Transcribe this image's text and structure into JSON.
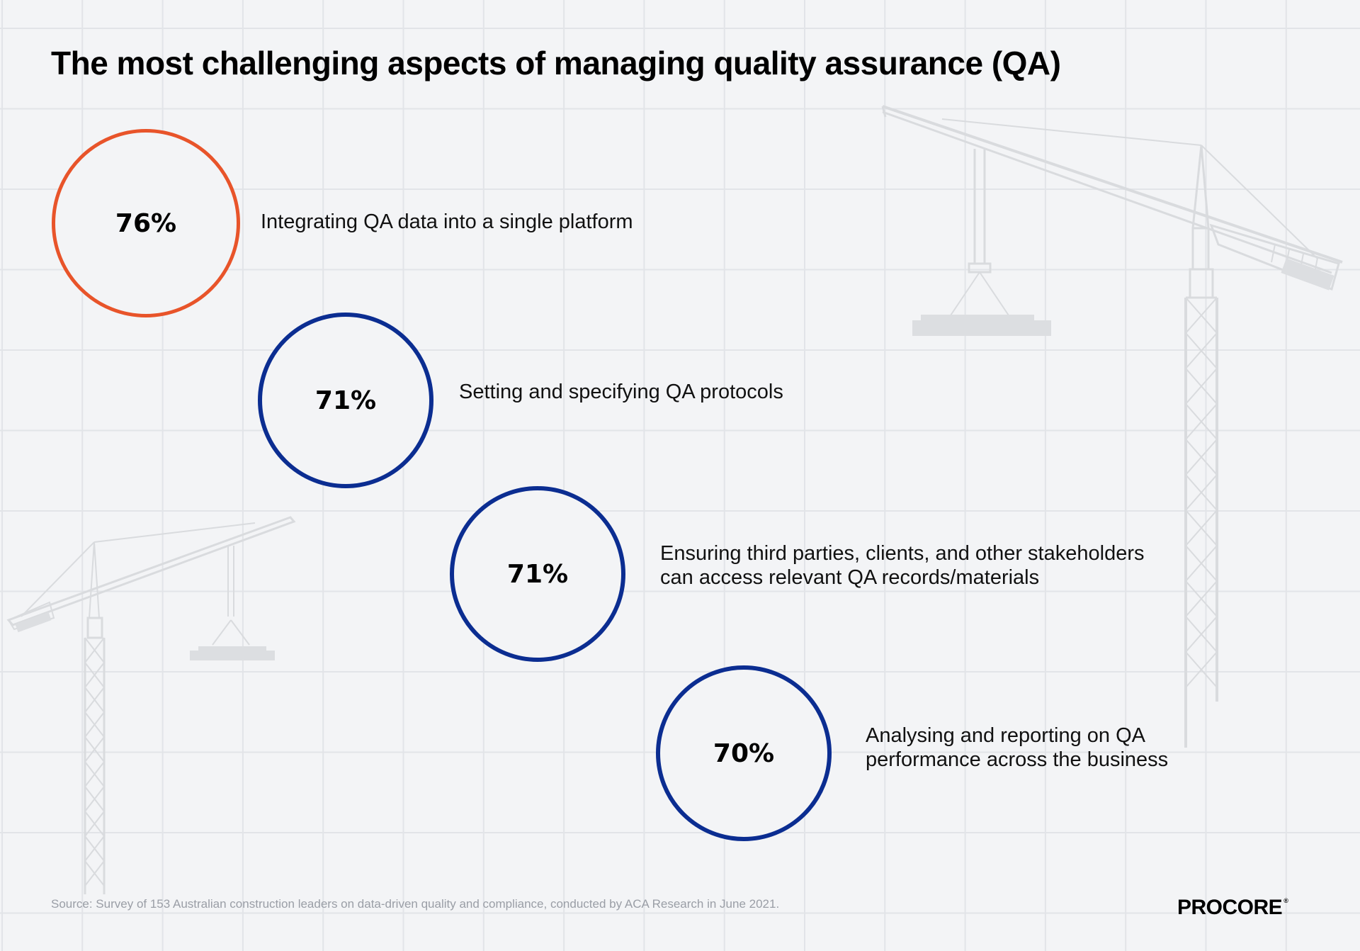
{
  "title": "The most challenging aspects of managing quality assurance (QA)",
  "colors": {
    "background": "#f3f4f6",
    "highlight": "#e8542a",
    "primary": "#0b2d91",
    "grid": "#e2e4e8",
    "crane": "#d9dbde"
  },
  "chart_data": {
    "type": "bubble-list",
    "title": "The most challenging aspects of managing quality assurance (QA)",
    "unit": "%",
    "items": [
      {
        "value": 76,
        "display": "76%",
        "label_lines": [
          "Integrating QA data into a single platform"
        ],
        "highlight": true
      },
      {
        "value": 71,
        "display": "71%",
        "label_lines": [
          "Setting and specifying QA protocols"
        ],
        "highlight": false
      },
      {
        "value": 71,
        "display": "71%",
        "label_lines": [
          "Ensuring third parties, clients, and other stakeholders",
          "can access relevant QA records/materials"
        ],
        "highlight": false
      },
      {
        "value": 70,
        "display": "70%",
        "label_lines": [
          "Analysing and reporting on QA",
          "performance across the business"
        ],
        "highlight": false
      }
    ]
  },
  "source": "Source: Survey of 153 Australian construction leaders on data-driven quality and compliance, conducted by ACA Research in June 2021.",
  "logo": {
    "text": "PROCORE",
    "registered": "®"
  }
}
